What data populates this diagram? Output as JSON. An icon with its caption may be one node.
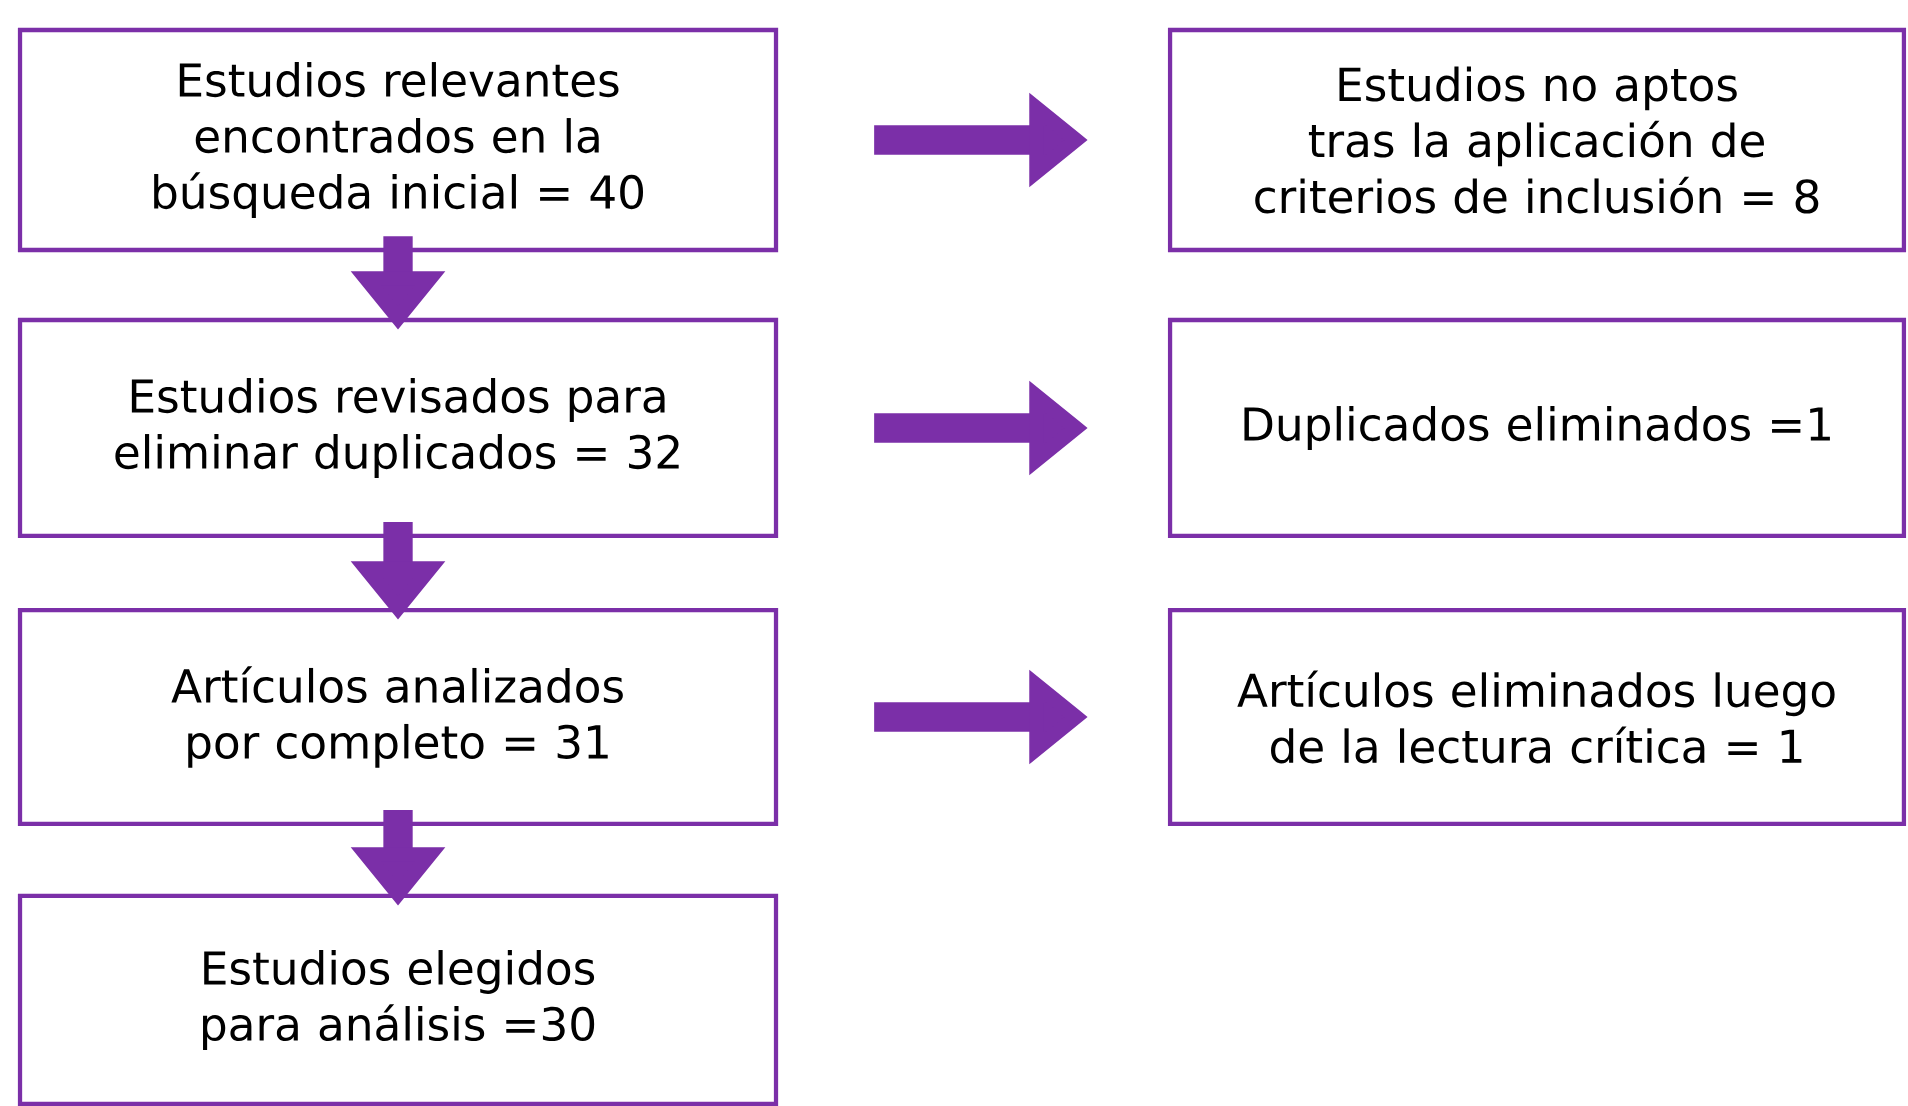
{
  "diagram": {
    "nodes": [
      {
        "text": [
          "Estudios relevantes encontrados en la búsqueda inicial = 40"
        ]
      },
      {
        "text": [
          "Estudios no aptos tras la aplicación de criterios de inclusión = 8"
        ]
      },
      {
        "text": [
          "Estudios revisados para eliminar duplicados = 32"
        ]
      },
      {
        "text": [
          "Duplicados eliminados =1"
        ]
      },
      {
        "text": [
          "Artículos analizados por completo = 31"
        ]
      },
      {
        "text": [
          "Artículos eliminados luego de la lectura crítica = 1"
        ]
      },
      {
        "text": [
          "Estudios elegidos para análisis =30"
        ]
      }
    ],
    "edges": [
      {
        "from": 0,
        "to": 1,
        "arrow": "to"
      },
      {
        "from": 0,
        "to": 2,
        "arrow": "to"
      },
      {
        "from": 2,
        "to": 3,
        "arrow": "to"
      },
      {
        "from": 2,
        "to": 4,
        "arrow": "to"
      },
      {
        "from": 4,
        "to": 5,
        "arrow": "to"
      },
      {
        "from": 4,
        "to": 6,
        "arrow": "to"
      }
    ]
  }
}
